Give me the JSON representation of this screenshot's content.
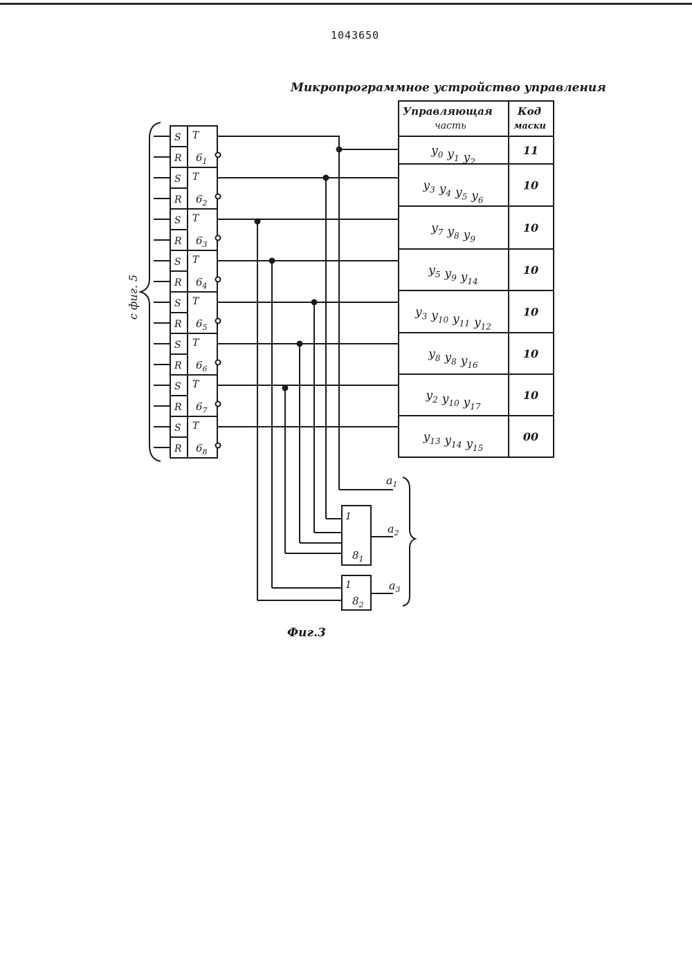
{
  "page": {
    "patent_number": "1043650",
    "figure_caption": "Фиг.3",
    "source_label": "с фиг. 5"
  },
  "table": {
    "title": "Микропрограммное устройство управления",
    "header": {
      "control_part": "Управляющая часть",
      "mask_code": "Код маски"
    },
    "rows": [
      {
        "signals": "y0 y1 y2",
        "code": "11"
      },
      {
        "signals": "y3 y4 y5 y6",
        "code": "10"
      },
      {
        "signals": "y7 y8 y9",
        "code": "10"
      },
      {
        "signals": "y5 y9 y14",
        "code": "10"
      },
      {
        "signals": "y3 y10 y11 y12",
        "code": "10"
      },
      {
        "signals": "y8 y8 y16",
        "code": "10"
      },
      {
        "signals": "y2 y10 y17",
        "code": "10"
      },
      {
        "signals": "y13 y14 y15",
        "code": "00"
      }
    ]
  },
  "triggers": [
    {
      "s": "S",
      "r": "R",
      "t": "T",
      "label": "6",
      "sub": "1"
    },
    {
      "s": "S",
      "r": "R",
      "t": "T",
      "label": "6",
      "sub": "2"
    },
    {
      "s": "S",
      "r": "R",
      "t": "T",
      "label": "6",
      "sub": "3"
    },
    {
      "s": "S",
      "r": "R",
      "t": "T",
      "label": "6",
      "sub": "4"
    },
    {
      "s": "S",
      "r": "R",
      "t": "T",
      "label": "6",
      "sub": "5"
    },
    {
      "s": "S",
      "r": "R",
      "t": "T",
      "label": "6",
      "sub": "6"
    },
    {
      "s": "S",
      "r": "R",
      "t": "T",
      "label": "6",
      "sub": "7"
    },
    {
      "s": "S",
      "r": "R",
      "t": "T",
      "label": "6",
      "sub": "8"
    }
  ],
  "gates": [
    {
      "symbol": "1",
      "label": "8",
      "sub": "1"
    },
    {
      "symbol": "1",
      "label": "8",
      "sub": "2"
    }
  ],
  "outputs": [
    {
      "label": "a",
      "sub": "1"
    },
    {
      "label": "a",
      "sub": "2"
    },
    {
      "label": "a",
      "sub": "3"
    }
  ]
}
